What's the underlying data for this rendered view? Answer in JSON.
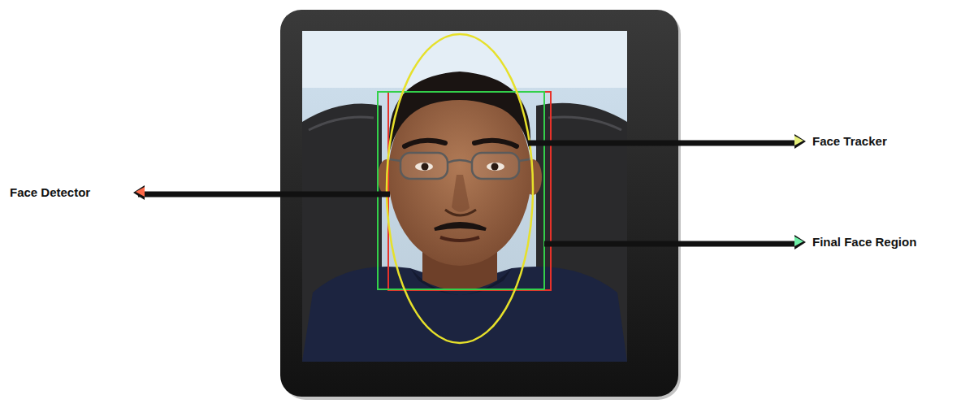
{
  "diagram": {
    "labels": [
      "Face Detector",
      "Face Tracker",
      "Final Face Region"
    ]
  }
}
